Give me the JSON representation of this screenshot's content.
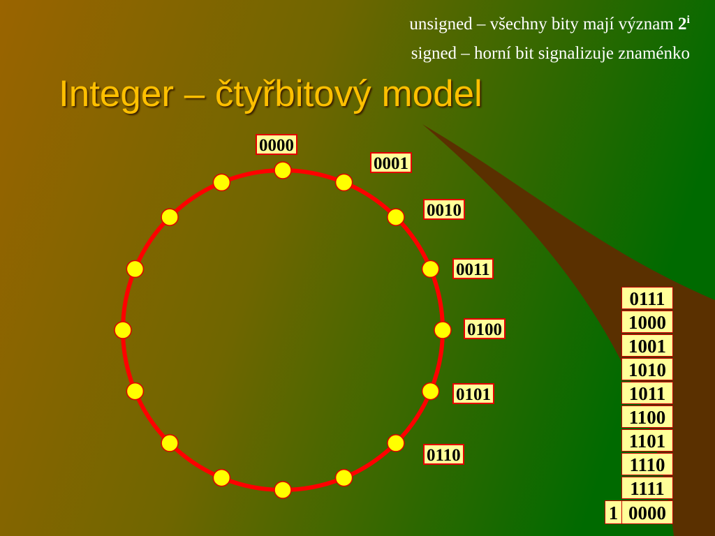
{
  "slide": {
    "colors": {
      "background_left": "#9a6400",
      "background_right": "#006a00",
      "swoosh": "#5a3000",
      "title": "#ffc000",
      "ring": "#ff0000",
      "dot": "#ffff00",
      "label_bg": "#ffff99",
      "label_border": "#e60000"
    },
    "subtitle_line1": "unsigned – všechny bity mají význam ",
    "subtitle_line1_base": "2",
    "subtitle_line1_sup": "i",
    "subtitle_line2": "signed – horní bit signalizuje znaménko",
    "title": "Integer – čtyřbitový model"
  },
  "ring": {
    "labels": [
      "0000",
      "0001",
      "0010",
      "0011",
      "0100",
      "0101",
      "0110"
    ],
    "dot_count": 16
  },
  "stack": {
    "values": [
      "0111",
      "1000",
      "1001",
      "1010",
      "1011",
      "1100",
      "1101",
      "1110",
      "1111",
      "0000"
    ],
    "carry": "1"
  }
}
